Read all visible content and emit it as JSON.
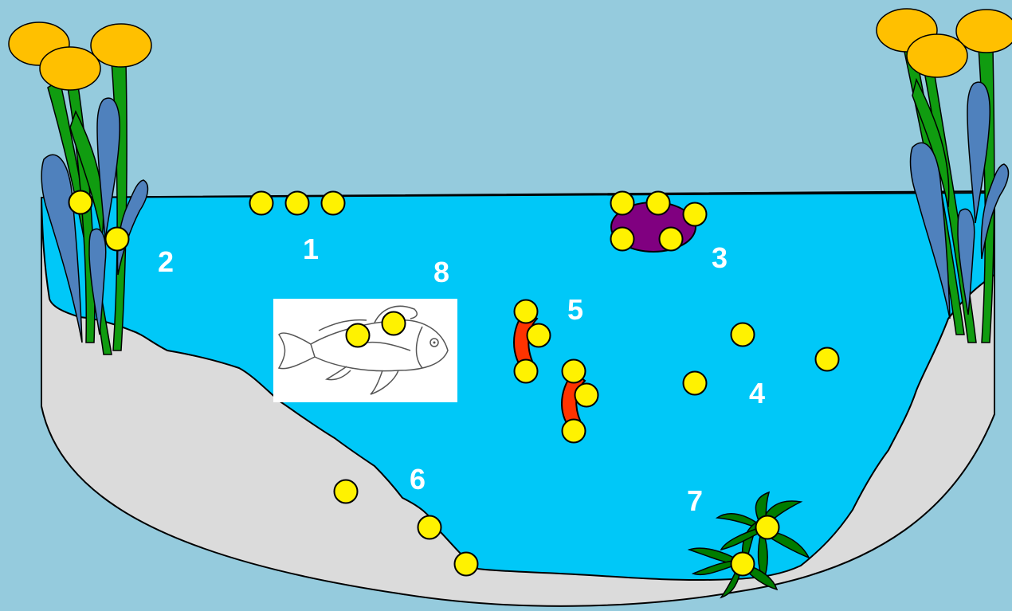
{
  "colors": {
    "sky": "#95CBDD",
    "water": "#00C8F8",
    "sediment": "#DBDBDB",
    "dot": "#FFF200",
    "label": "#FFFFFF",
    "flower": "#FFC000",
    "reed_green": "#109C10",
    "reed_blue": "#4F81BD",
    "stone": "#800080",
    "larva": "#FF3300",
    "leaf_plant": "#007C00"
  },
  "icons": [
    "yellow-dot-marker",
    "fish-drawing",
    "reed-plant",
    "flower-head",
    "purple-stone",
    "red-larva",
    "underwater-plant"
  ],
  "zones": [
    {
      "id": "zone-1",
      "label": "1"
    },
    {
      "id": "zone-2",
      "label": "2"
    },
    {
      "id": "zone-3",
      "label": "3"
    },
    {
      "id": "zone-4",
      "label": "4"
    },
    {
      "id": "zone-5",
      "label": "5"
    },
    {
      "id": "zone-6",
      "label": "6"
    },
    {
      "id": "zone-7",
      "label": "7"
    },
    {
      "id": "zone-8",
      "label": "8"
    }
  ]
}
